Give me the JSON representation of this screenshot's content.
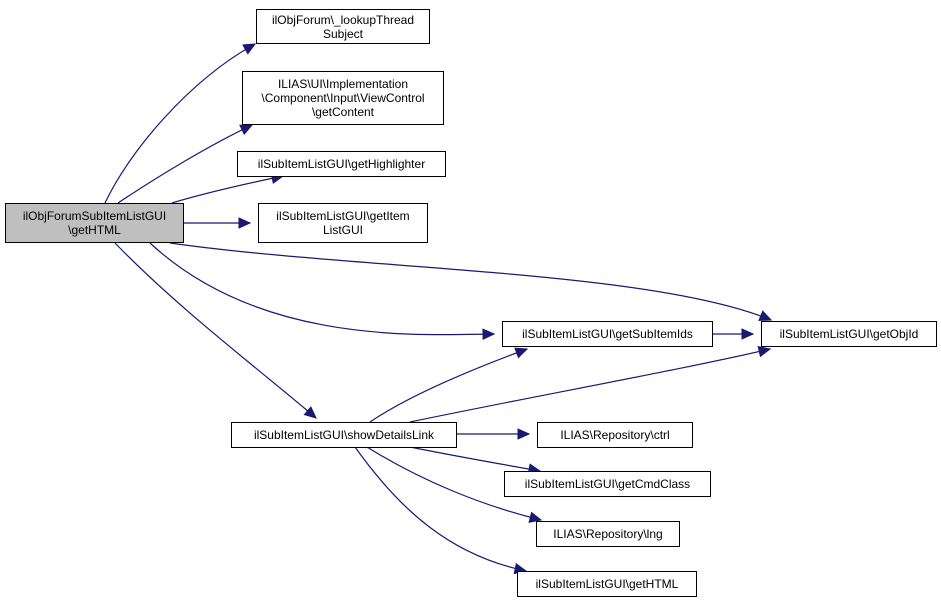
{
  "diagram": {
    "type": "call-graph",
    "colors": {
      "edge": "#191970",
      "root_fill": "#bfbfbf",
      "node_fill": "#ffffff",
      "border": "#000000"
    },
    "nodes": [
      {
        "id": "root",
        "label": "ilObjForumSubItemListGUI\n\\getHTML",
        "root": true
      },
      {
        "id": "lookupThread",
        "label": "ilObjForum\\_lookupThread\nSubject"
      },
      {
        "id": "viewControl",
        "label": "ILIAS\\UI\\Implementation\n\\Component\\Input\\ViewControl\n\\getContent"
      },
      {
        "id": "getHighlighter",
        "label": "ilSubItemListGUI\\getHighlighter"
      },
      {
        "id": "getItemListGUI",
        "label": "ilSubItemListGUI\\getItem\nListGUI"
      },
      {
        "id": "getSubItemIds",
        "label": "ilSubItemListGUI\\getSubItemIds"
      },
      {
        "id": "getObjId",
        "label": "ilSubItemListGUI\\getObjId"
      },
      {
        "id": "showDetailsLink",
        "label": "ilSubItemListGUI\\showDetailsLink"
      },
      {
        "id": "ctrl",
        "label": "ILIAS\\Repository\\ctrl"
      },
      {
        "id": "getCmdClass",
        "label": "ilSubItemListGUI\\getCmdClass"
      },
      {
        "id": "lng",
        "label": "ILIAS\\Repository\\lng"
      },
      {
        "id": "getHTML",
        "label": "ilSubItemListGUI\\getHTML"
      }
    ],
    "edges": [
      {
        "from": "root",
        "to": "lookupThread"
      },
      {
        "from": "root",
        "to": "viewControl"
      },
      {
        "from": "root",
        "to": "getHighlighter"
      },
      {
        "from": "root",
        "to": "getItemListGUI"
      },
      {
        "from": "root",
        "to": "getObjId"
      },
      {
        "from": "root",
        "to": "getSubItemIds"
      },
      {
        "from": "root",
        "to": "showDetailsLink"
      },
      {
        "from": "getSubItemIds",
        "to": "getObjId"
      },
      {
        "from": "showDetailsLink",
        "to": "getSubItemIds"
      },
      {
        "from": "showDetailsLink",
        "to": "getObjId"
      },
      {
        "from": "showDetailsLink",
        "to": "ctrl"
      },
      {
        "from": "showDetailsLink",
        "to": "getCmdClass"
      },
      {
        "from": "showDetailsLink",
        "to": "lng"
      },
      {
        "from": "showDetailsLink",
        "to": "getHTML"
      }
    ]
  }
}
